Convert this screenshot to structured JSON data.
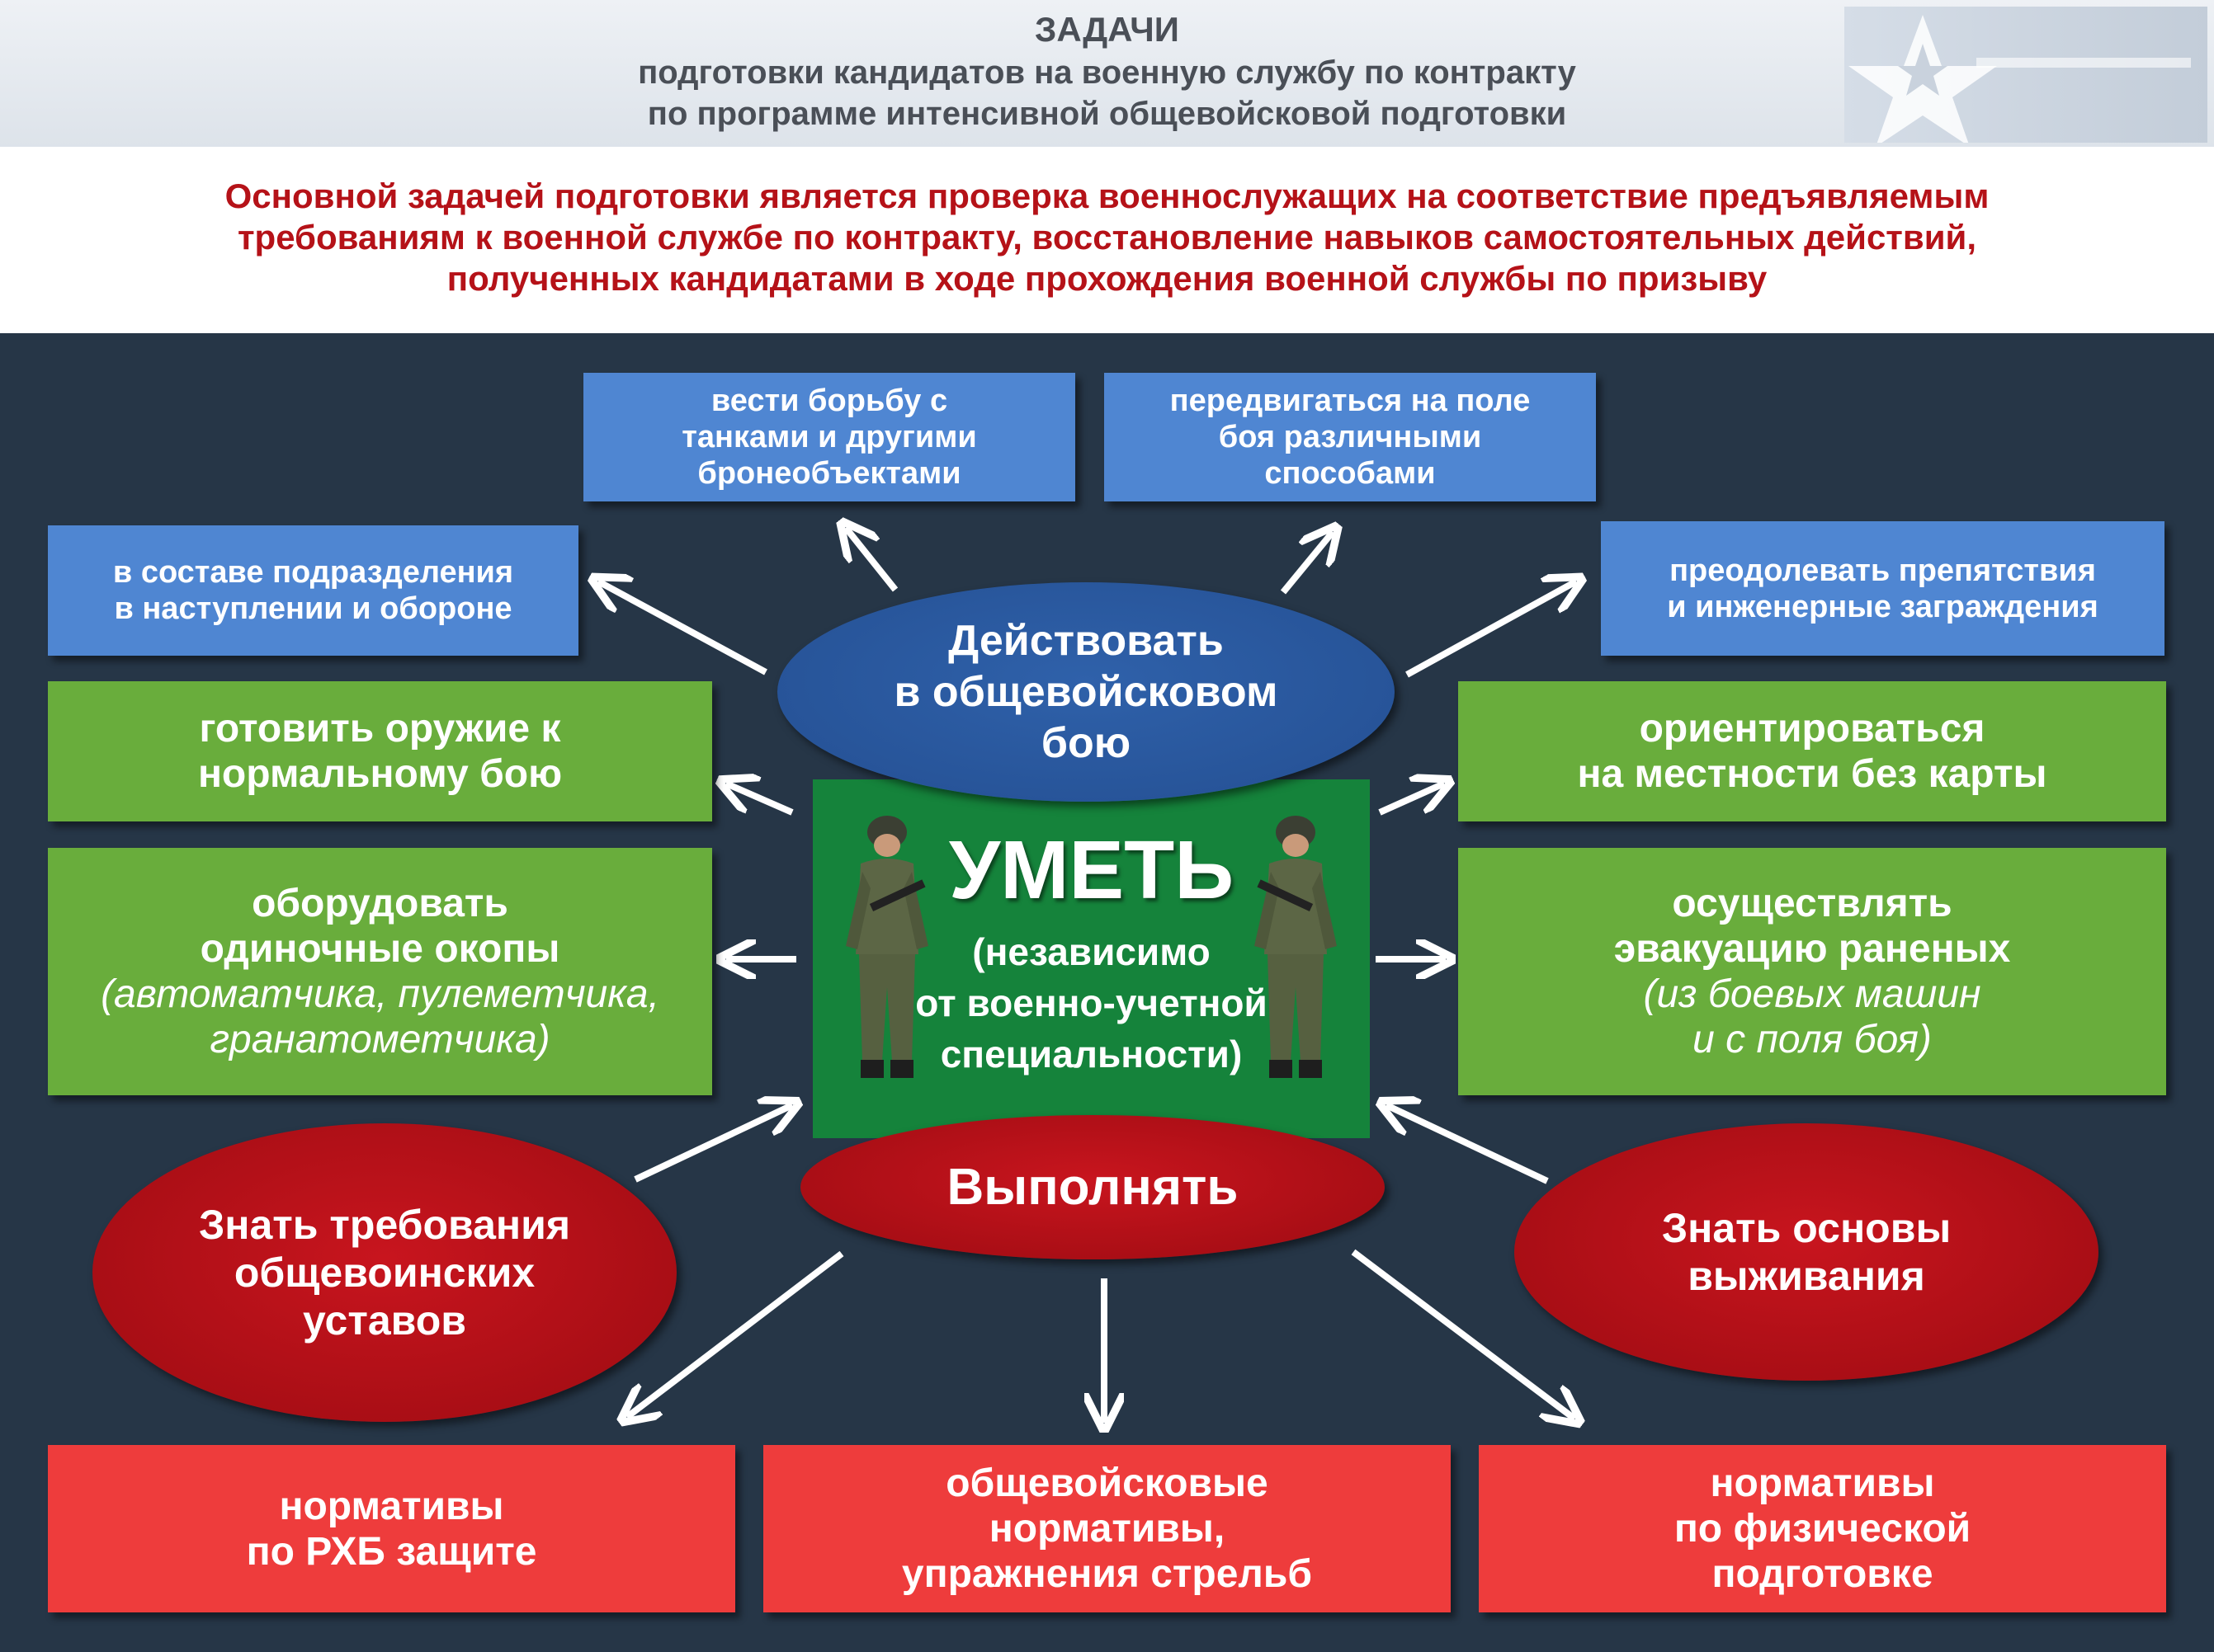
{
  "header": {
    "line1": "ЗАДАЧИ",
    "line2": "подготовки кандидатов на военную службу по контракту",
    "line3": "по программе интенсивной общевойсковой подготовки"
  },
  "main_task": {
    "lines": [
      "Основной задачей подготовки является проверка военнослужащих на соответствие предъявляемым",
      "требованиям к военной службе по контракту, восстановление навыков самостоятельных действий,",
      "полученных кандидатами в ходе прохождения военной службы по призыву"
    ]
  },
  "center": {
    "title": "УМЕТЬ",
    "sub1": "(независимо",
    "sub2": "от военно-учетной",
    "sub3": "специальности)"
  },
  "act": {
    "lines": [
      "Действовать",
      "в общевойсковом",
      "бою"
    ]
  },
  "perform": {
    "label": "Выполнять"
  },
  "know_regs": {
    "lines": [
      "Знать требования",
      "общевоинских",
      "уставов"
    ]
  },
  "know_survival": {
    "lines": [
      "Знать основы",
      "выживания"
    ]
  },
  "blue_boxes": {
    "tanks": [
      "вести борьбу с",
      "танками и другими",
      "бронеобъектами"
    ],
    "move": [
      "передвигаться на поле",
      "боя различными",
      "способами"
    ],
    "unit": [
      "в составе подразделения",
      "в наступлении и обороне"
    ],
    "obstacles": [
      "преодолевать препятствия",
      "и инженерные заграждения"
    ]
  },
  "green_boxes": {
    "weapon": [
      "готовить оружие к",
      "нормальному бою"
    ],
    "trenches": [
      "оборудовать",
      "одиночные окопы"
    ],
    "trenches_note": [
      "(автоматчика, пулеметчика,",
      "гранатометчика)"
    ],
    "orient": [
      "ориентироваться",
      "на местности без карты"
    ],
    "evac": [
      "осуществлять",
      "эвакуацию раненых"
    ],
    "evac_note": [
      "(из боевых машин",
      "и с поля боя)"
    ]
  },
  "red_boxes": {
    "rhb": [
      "нормативы",
      "по РХБ защите"
    ],
    "combined": [
      "общевойсковые",
      "нормативы,",
      "упражнения стрельб"
    ],
    "physical": [
      "нормативы",
      "по физической",
      "подготовке"
    ]
  },
  "colors": {
    "panel": "#263647",
    "blue_box": "#4f86d2",
    "green_box": "#69ad3c",
    "red_box": "#ee3c3c",
    "center": "#15833b",
    "ellipse_red": "#a50d14",
    "ellipse_blue": "#244f92",
    "title_red": "#b51218"
  }
}
